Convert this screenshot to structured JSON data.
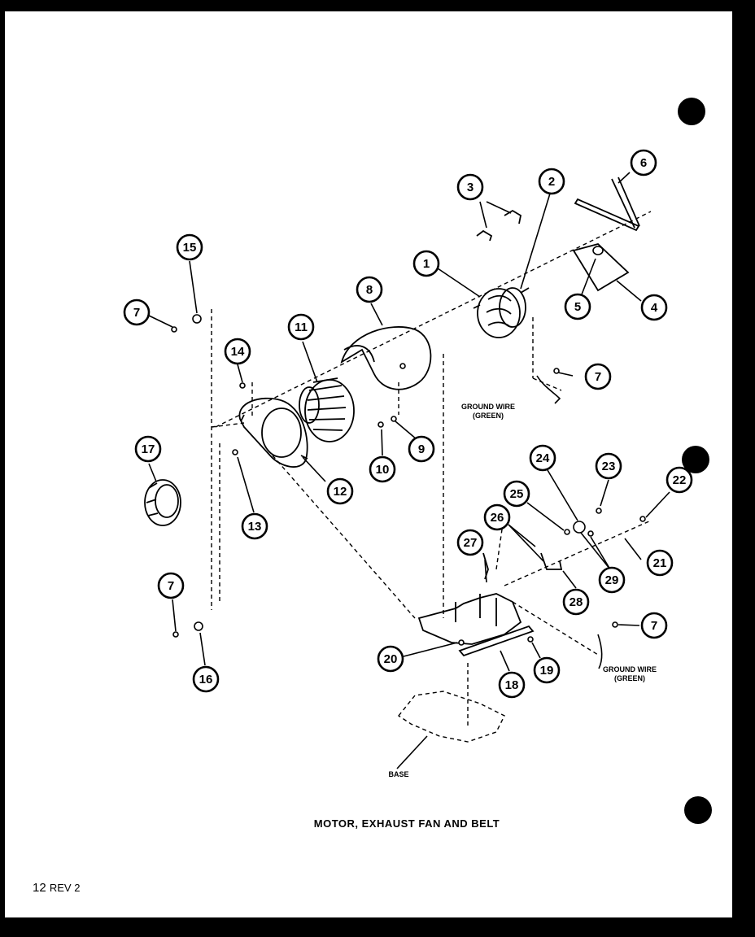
{
  "diagram": {
    "title": "MOTOR, EXHAUST FAN AND BELT",
    "page_number": "12",
    "revision": "REV 2",
    "labels": {
      "ground_wire_1": "GROUND WIRE",
      "ground_wire_1_color": "(GREEN)",
      "ground_wire_2": "GROUND WIRE",
      "ground_wire_2_color": "(GREEN)",
      "base": "BASE"
    },
    "callouts": [
      "1",
      "2",
      "3",
      "4",
      "5",
      "6",
      "7",
      "7",
      "7",
      "7",
      "8",
      "9",
      "10",
      "11",
      "12",
      "13",
      "14",
      "15",
      "16",
      "17",
      "18",
      "19",
      "20",
      "21",
      "22",
      "23",
      "24",
      "25",
      "26",
      "27",
      "28",
      "29"
    ],
    "colors": {
      "ink": "#000000",
      "paper": "#ffffff"
    }
  }
}
